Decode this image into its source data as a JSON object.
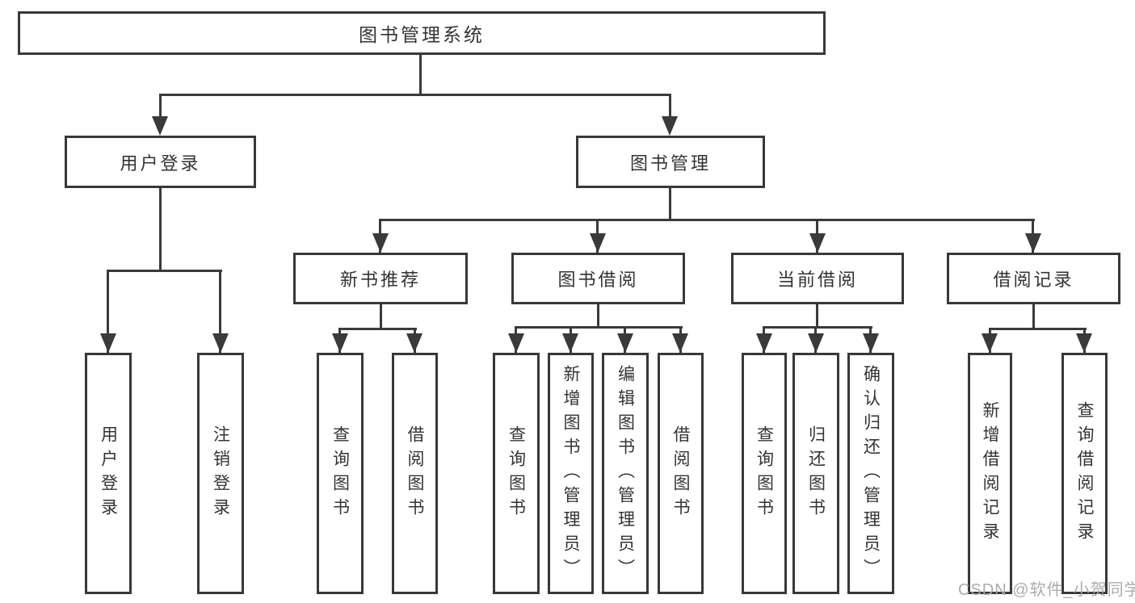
{
  "diagram": {
    "type": "tree-structure-chart",
    "watermark": "CSDN @软件_小贺同学",
    "colors": {
      "line": "#3a3a3a",
      "box_border": "#383838",
      "box_fill": "#ffffff",
      "text": "#333333",
      "watermark": "#a8a8a8",
      "background": "#ffffff"
    },
    "nodes": {
      "root": "图书管理系统",
      "user_login": "用户登录",
      "book_mgmt": "图书管理",
      "new_book": "新书推荐",
      "borrow": "图书借阅",
      "current": "当前借阅",
      "record": "借阅记录",
      "leaf_user_login": "用户登录",
      "leaf_logout": "注销登录",
      "leaf_nb_search": "查询图书",
      "leaf_nb_borrow": "借阅图书",
      "leaf_bb_search": "查询图书",
      "leaf_bb_add": "新增图书（管理员）",
      "leaf_bb_edit": "编辑图书（管理员）",
      "leaf_bb_borrow": "借阅图书",
      "leaf_cb_search": "查询图书",
      "leaf_cb_return": "归还图书",
      "leaf_cb_confirm": "确认归还（管理员）",
      "leaf_br_add": "新增借阅记录",
      "leaf_br_search": "查询借阅记录"
    },
    "tree": {
      "root": [
        "user_login",
        "book_mgmt"
      ],
      "user_login": [
        "leaf_user_login",
        "leaf_logout"
      ],
      "book_mgmt": [
        "new_book",
        "borrow",
        "current",
        "record"
      ],
      "new_book": [
        "leaf_nb_search",
        "leaf_nb_borrow"
      ],
      "borrow": [
        "leaf_bb_search",
        "leaf_bb_add",
        "leaf_bb_edit",
        "leaf_bb_borrow"
      ],
      "current": [
        "leaf_cb_search",
        "leaf_cb_return",
        "leaf_cb_confirm"
      ],
      "record": [
        "leaf_br_add",
        "leaf_br_search"
      ]
    }
  }
}
